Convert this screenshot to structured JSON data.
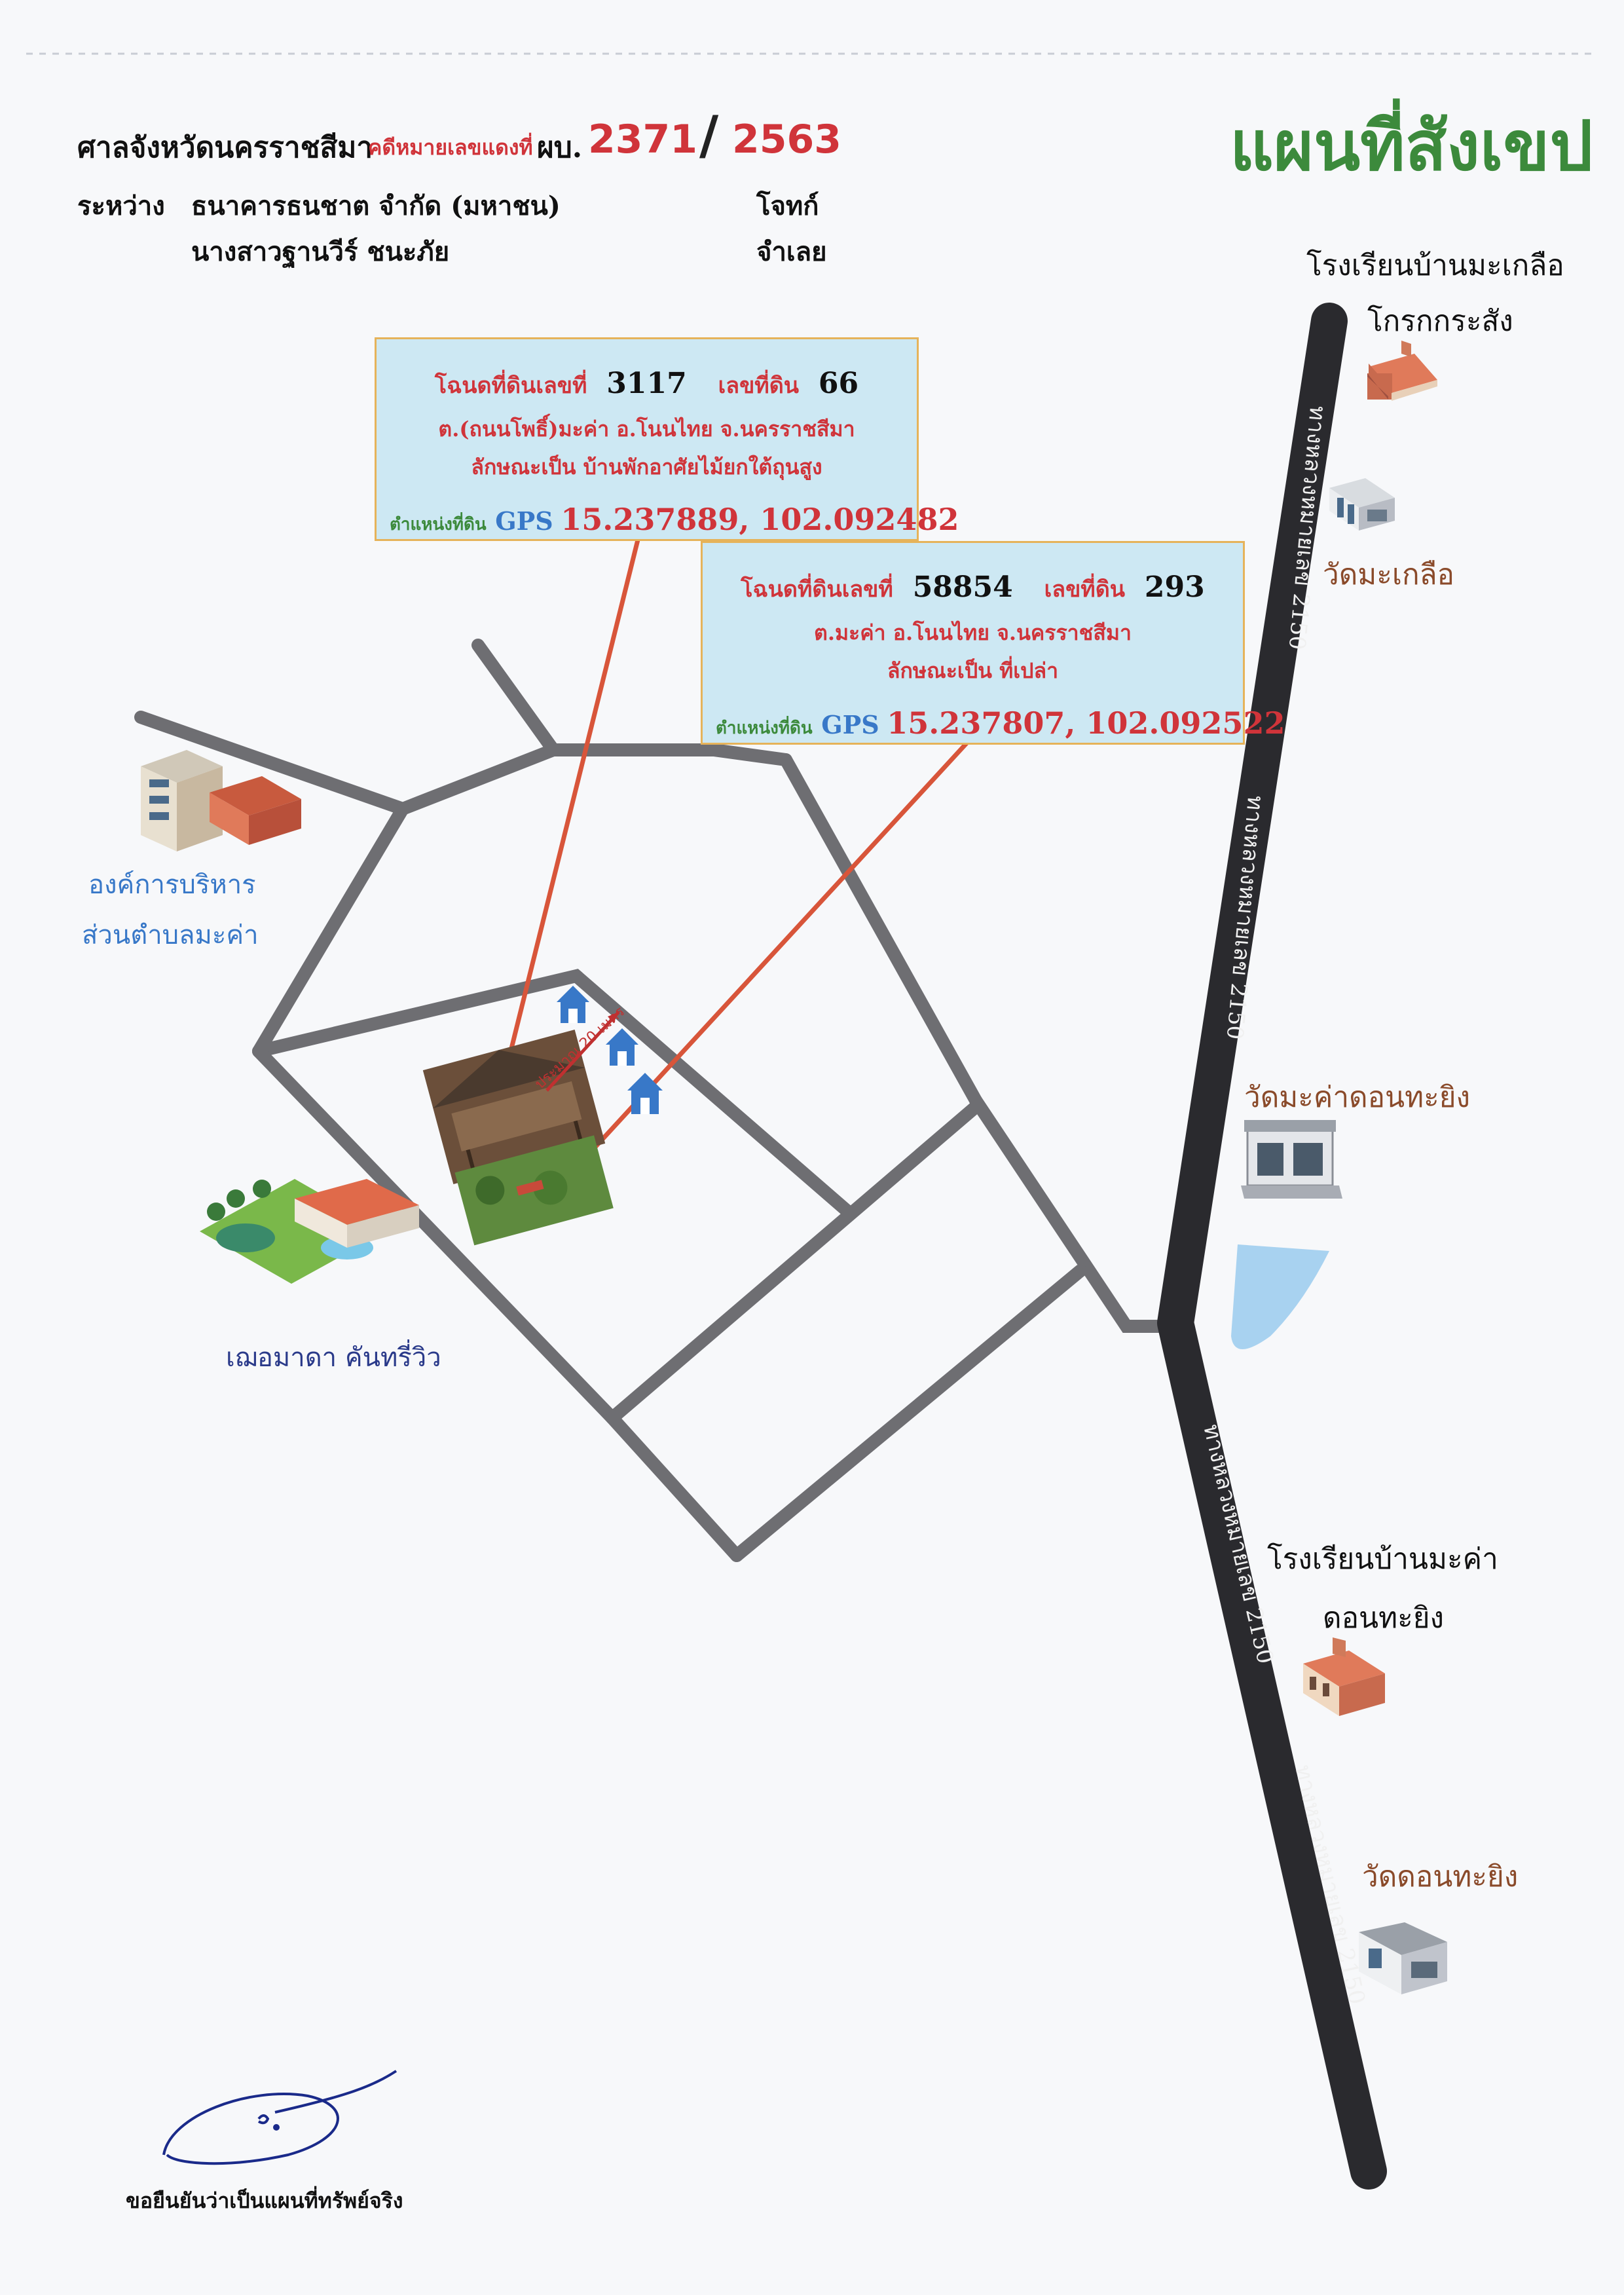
{
  "header": {
    "court": "ศาลจังหวัดนครราชสีมา",
    "case_label": "คดีหมายเลขแดงที่",
    "case_prefix": "ผบ.",
    "case_number": "2371",
    "case_separator": "/",
    "case_year": "2563",
    "between_label": "ระหว่าง",
    "plaintiff_name": "ธนาคารธนชาต จำกัด (มหาชน)",
    "plaintiff_role": "โจทก์",
    "defendant_name": "นางสาวฐานวีร์ ชนะภัย",
    "defendant_role": "จำเลย"
  },
  "title": "แผนที่สังเขป",
  "deeds": [
    {
      "deed_label": "โฉนดที่ดินเลขที่",
      "deed_number": "3117",
      "land_label": "เลขที่ดิน",
      "land_number": "66",
      "address": "ต.(ถนนโพธิ์)มะค่า อ.โนนไทย จ.นครราชสีมา",
      "description": "ลักษณะเป็น บ้านพักอาศัยไม้ยกใต้ถุนสูง",
      "location_label": "ตำแหน่งที่ดิน",
      "gps_label": "GPS",
      "gps_value": "15.237889, 102.092482"
    },
    {
      "deed_label": "โฉนดที่ดินเลขที่",
      "deed_number": "58854",
      "land_label": "เลขที่ดิน",
      "land_number": "293",
      "address": "ต.มะค่า อ.โนนไทย จ.นครราชสีมา",
      "description": "ลักษณะเป็น ที่เปล่า",
      "location_label": "ตำแหน่งที่ดิน",
      "gps_label": "GPS",
      "gps_value": "15.237807, 102.092522"
    }
  ],
  "highway_label": "ทางหลวงหมายเลข 2150",
  "landmarks": {
    "school_1_line1": "โรงเรียนบ้านมะเกลือ",
    "school_1_line2": "โกรกกระสัง",
    "temple_1": "วัดมะเกลือ",
    "temple_2": "วัดมะค่าดอนทะยิง",
    "school_2_line1": "โรงเรียนบ้านมะค่า",
    "school_2_line2": "ดอนทะยิง",
    "temple_3": "วัดดอนทะยิง",
    "office_line1": "องค์การบริหาร",
    "office_line2": "ส่วนตำบลมะค่า",
    "resort": "เฌอมาดา คันทรี่วิว"
  },
  "distance_label": "ประมาณ 20 เมตร",
  "confirm_text": "ขอยืนยันว่าเป็นแผนที่ทรัพย์จริง",
  "colors": {
    "red": "#d0343a",
    "green": "#3c8a3c",
    "blue": "#3878c8",
    "brown": "#8a4a2a",
    "road": "#6e6e72",
    "highway": "#2a2a2e",
    "pointer": "#d8553a",
    "box_fill": "#cde8f3",
    "box_border": "#e6b35a",
    "pond": "#a8d2f0"
  }
}
